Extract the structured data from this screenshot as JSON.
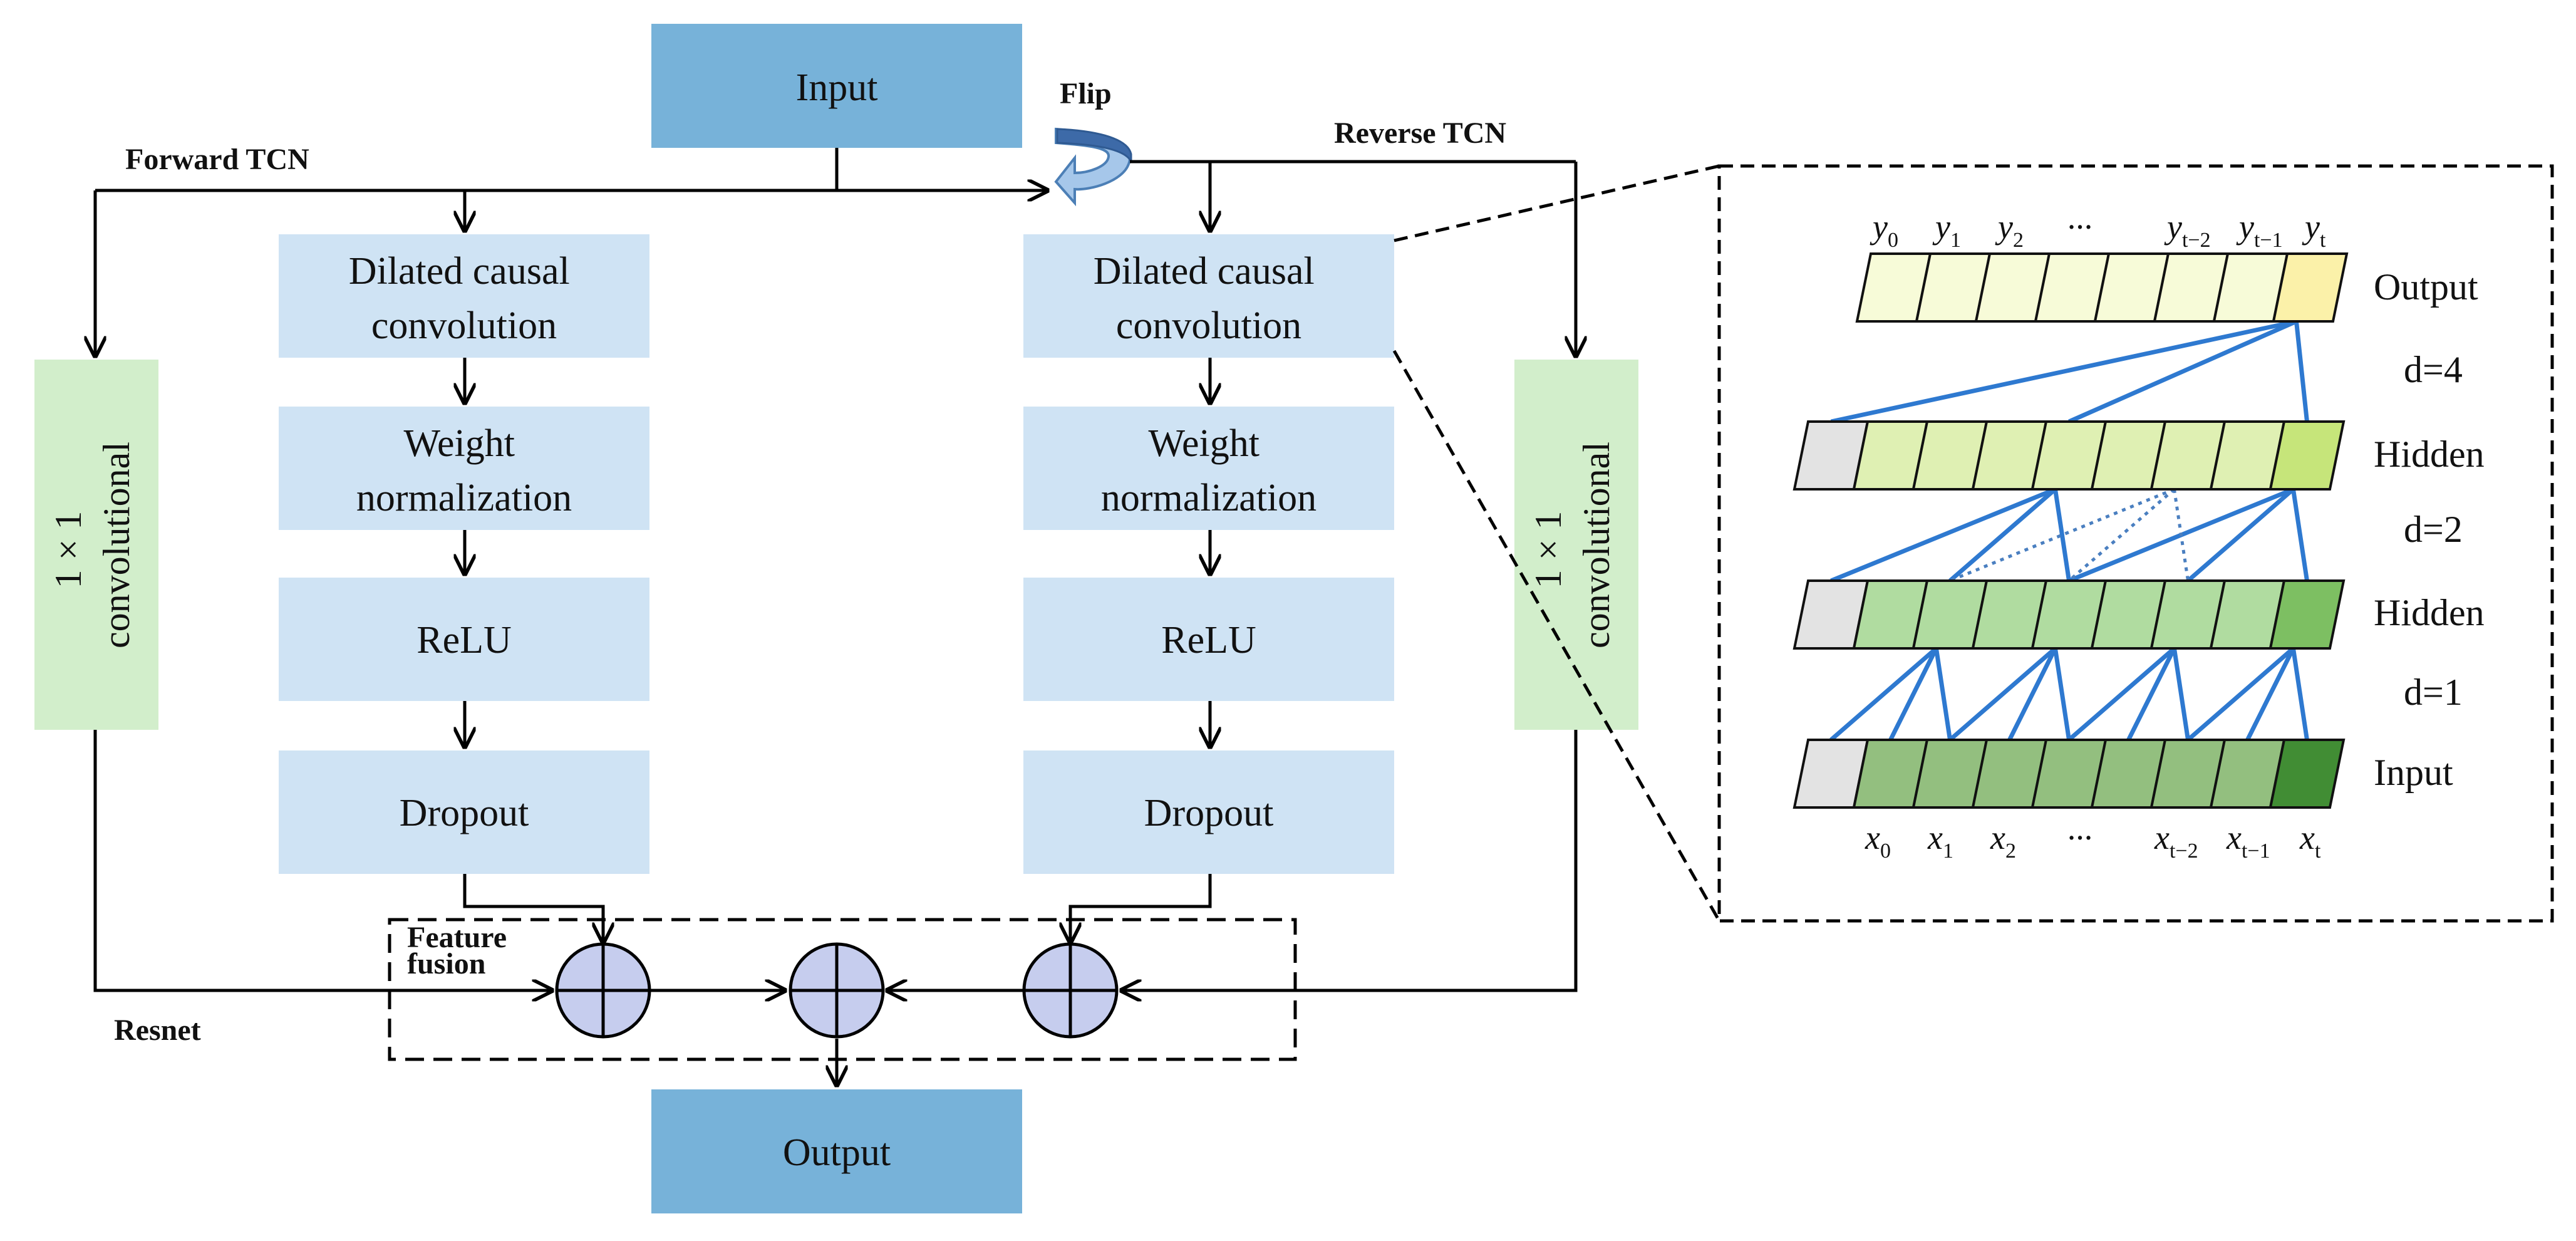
{
  "blocks": {
    "input": "Input",
    "output": "Output",
    "flip": "Flip",
    "forward_tcn": "Forward TCN",
    "reverse_tcn": "Reverse TCN",
    "resnet": "Resnet",
    "feature_fusion_line1": "Feature",
    "feature_fusion_line2": "fusion"
  },
  "forward_branch": {
    "dilated_line1": "Dilated causal",
    "dilated_line2": "convolution",
    "weight_line1": "Weight",
    "weight_line2": "normalization",
    "relu": "ReLU",
    "dropout": "Dropout",
    "conv_line1": "1 × 1",
    "conv_line2": "convolutional"
  },
  "reverse_branch": {
    "dilated_line1": "Dilated causal",
    "dilated_line2": "convolution",
    "weight_line1": "Weight",
    "weight_line2": "normalization",
    "relu": "ReLU",
    "dropout": "Dropout",
    "conv_line1": "1 × 1",
    "conv_line2": "convolutional"
  },
  "detail": {
    "row_labels": [
      "Output",
      "Hidden",
      "Hidden",
      "Input"
    ],
    "dilations": [
      "d=4",
      "d=2",
      "d=1"
    ],
    "y_labels": [
      {
        "base": "y",
        "sub": "0"
      },
      {
        "base": "y",
        "sub": "1"
      },
      {
        "base": "y",
        "sub": "2"
      },
      {
        "base": "···",
        "sub": ""
      },
      {
        "base": "y",
        "sub": "t−2"
      },
      {
        "base": "y",
        "sub": "t−1"
      },
      {
        "base": "y",
        "sub": "t"
      }
    ],
    "x_labels": [
      {
        "base": "x",
        "sub": "0"
      },
      {
        "base": "x",
        "sub": "1"
      },
      {
        "base": "x",
        "sub": "2"
      },
      {
        "base": "···",
        "sub": ""
      },
      {
        "base": "x",
        "sub": "t−2"
      },
      {
        "base": "x",
        "sub": "t−1"
      },
      {
        "base": "x",
        "sub": "t"
      }
    ]
  },
  "colors": {
    "top_box": "#77b2d9",
    "light_box": "#cfe3f4",
    "conv_box": "#d2eecb",
    "adder": "#c6cdee",
    "connection": "#2e79d0",
    "output_cell": "#f7fbd8",
    "output_last": "#fbf1a9",
    "hidden1_cell": "#dff0b3",
    "hidden1_last": "#c6e57a",
    "hidden2_cell": "#b0dca0",
    "hidden2_last": "#7dbf62",
    "input_cell": "#93bf7f",
    "input_last": "#418d34",
    "pad_cell": "#e3e3e3"
  }
}
